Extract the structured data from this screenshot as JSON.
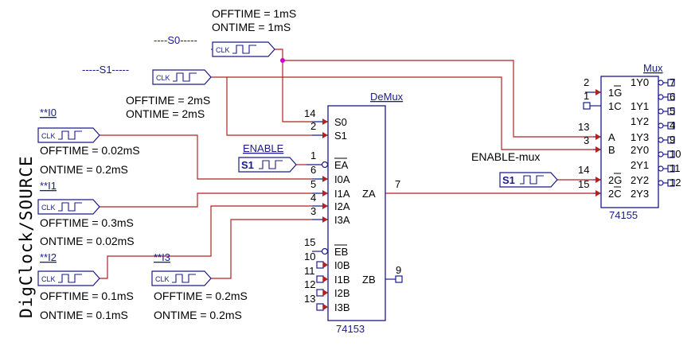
{
  "side_label": "DigClock/SOURCE",
  "sources": {
    "s0": {
      "name": "----S0-----",
      "offtime": "OFFTIME = 1mS",
      "ontime": "ONTIME = 1mS",
      "clk": "CLK"
    },
    "s1": {
      "name": "-----S1-----",
      "offtime": "OFFTIME = 2mS",
      "ontime": "ONTIME = 2mS",
      "clk": "CLK"
    },
    "i0": {
      "name": "**I0",
      "offtime": "OFFTIME = 0.02mS",
      "ontime": "ONTIME = 0.2mS",
      "clk": "CLK"
    },
    "i1": {
      "name": "**I1",
      "offtime": "OFFTIME = 0.3mS",
      "ontime": "ONTIME = 0.02mS",
      "clk": "CLK"
    },
    "i2": {
      "name": "**I2",
      "offtime": "OFFTIME = 0.1mS",
      "ontime": "ONTIME = 0.1mS",
      "clk": "CLK"
    },
    "i3": {
      "name": "**I3",
      "offtime": "OFFTIME = 0.2mS",
      "ontime": "ONTIME = 0.2mS",
      "clk": "CLK"
    },
    "enable": {
      "name": "ENABLE",
      "tag": "S1"
    },
    "enable_mux": {
      "name": "ENABLE-mux",
      "tag": "S1"
    }
  },
  "demux": {
    "title": "DeMux",
    "part": "74153",
    "left_pins": [
      {
        "num": "14",
        "label": "S0"
      },
      {
        "num": "2",
        "label": "S1"
      },
      {
        "num": "1",
        "label": "EA"
      },
      {
        "num": "6",
        "label": "I0A"
      },
      {
        "num": "5",
        "label": "I1A"
      },
      {
        "num": "4",
        "label": "I2A"
      },
      {
        "num": "3",
        "label": "I3A"
      },
      {
        "num": "15",
        "label": "EB"
      },
      {
        "num": "10",
        "label": "I0B"
      },
      {
        "num": "11",
        "label": "I1B"
      },
      {
        "num": "12",
        "label": "I2B"
      },
      {
        "num": "13",
        "label": "I3B"
      }
    ],
    "right_pins": [
      {
        "num": "7",
        "label": "ZA"
      },
      {
        "num": "9",
        "label": "ZB"
      }
    ]
  },
  "mux": {
    "title": "Mux",
    "part": "74155",
    "left_pins": [
      {
        "num": "2",
        "label": "1G"
      },
      {
        "num": "1",
        "label": "1C"
      },
      {
        "num": "13",
        "label": "A"
      },
      {
        "num": "3",
        "label": "B"
      },
      {
        "num": "14",
        "label": "2G"
      },
      {
        "num": "15",
        "label": "2C"
      }
    ],
    "right_pins": [
      {
        "num": "7",
        "label": "1Y0"
      },
      {
        "num": "6",
        "label": "1Y1"
      },
      {
        "num": "5",
        "label": "1Y2"
      },
      {
        "num": "4",
        "label": "1Y3"
      },
      {
        "num": "9",
        "label": "2Y0"
      },
      {
        "num": "10",
        "label": "2Y1"
      },
      {
        "num": "11",
        "label": "2Y2"
      },
      {
        "num": "12",
        "label": "2Y3"
      }
    ]
  }
}
